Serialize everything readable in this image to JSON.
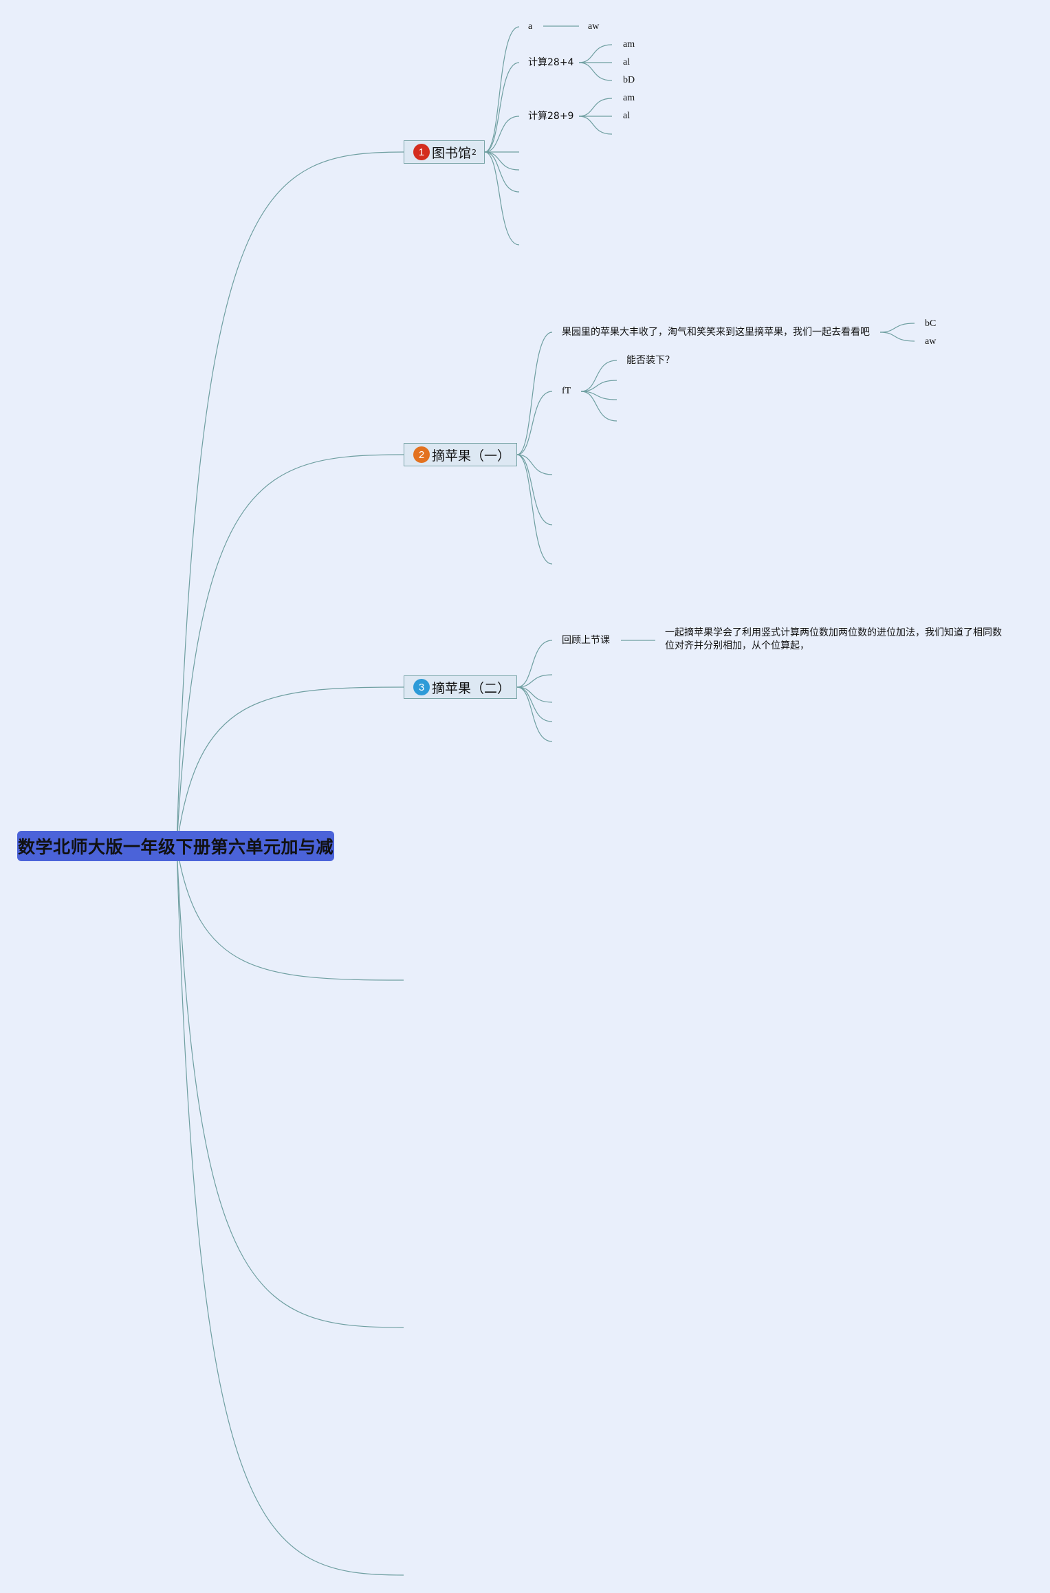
{
  "root": {
    "title": "数学北师大版一年级下册第六单元加与减"
  },
  "topics": [
    {
      "badge": "1",
      "badge_color": "#d42d1e",
      "label": "图书馆",
      "sup": "2",
      "children": [
        {
          "label": "a",
          "children": [
            "aw"
          ]
        },
        {
          "label": "计算28+4",
          "children": [
            "am",
            "al",
            "bD"
          ]
        },
        {
          "label": "计算28+9",
          "children": [
            "am",
            "al",
            ""
          ]
        }
      ]
    },
    {
      "badge": "2",
      "badge_color": "#e37220",
      "label": "摘苹果（一）",
      "children": [
        {
          "label": "果园里的苹果大丰收了，淘气和笑笑来到这里摘苹果，我们一起去看看吧",
          "children": [
            "bC",
            "aw"
          ]
        },
        {
          "label": "fT",
          "children": [
            "能否装下？"
          ]
        }
      ]
    },
    {
      "badge": "3",
      "badge_color": "#2d9bd8",
      "label": "摘苹果（二）",
      "children": [
        {
          "label": "回顾上节课",
          "children": [
            "一起摘苹果学会了利用竖式计算两位数加两位数的进位加法，我们知道了相同数位对齐并分别相加，从个位算起，"
          ]
        }
      ]
    }
  ],
  "colors": {
    "background": "#e9effb",
    "root_fill": "#4b63d9",
    "line": "#6f9fa1",
    "topic_border": "#7aa5a8"
  }
}
